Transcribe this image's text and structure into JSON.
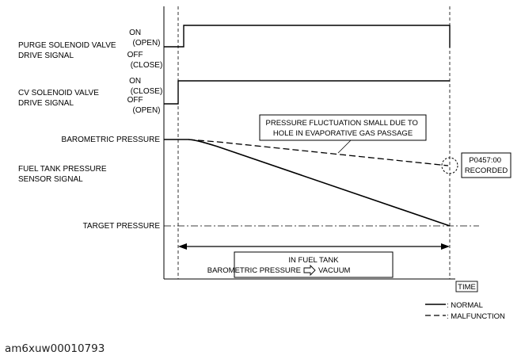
{
  "signals": {
    "purge": {
      "name_lines": [
        "PURGE SOLENOID VALVE",
        "DRIVE SIGNAL"
      ],
      "on_lines": [
        "ON",
        "(OPEN)"
      ],
      "off_lines": [
        "OFF",
        "(CLOSE)"
      ]
    },
    "cv": {
      "name_lines": [
        "CV SOLENOID VALVE",
        "DRIVE SIGNAL"
      ],
      "on_lines": [
        "ON",
        "(CLOSE)"
      ],
      "off_lines": [
        "OFF",
        "(OPEN)"
      ]
    },
    "fuel_tank": {
      "name_lines": [
        "FUEL TANK PRESSURE",
        "SENSOR SIGNAL"
      ],
      "barometric_label": "BAROMETRIC PRESSURE",
      "target_label": "TARGET PRESSURE"
    }
  },
  "annotations": {
    "fluctuation_lines": [
      "PRESSURE FLUCTUATION SMALL DUE TO",
      "HOLE IN EVAPORATIVE GAS PASSAGE"
    ],
    "dtc_lines": [
      "P0457:00",
      "RECORDED"
    ],
    "span_lines": [
      "IN FUEL TANK",
      "BAROMETRIC PRESSURE",
      "VACUUM"
    ],
    "time_label": "TIME"
  },
  "legend": {
    "normal": ": NORMAL",
    "malfunction": ": MALFUNCTION"
  },
  "image_code": "am6xuw00010793"
}
